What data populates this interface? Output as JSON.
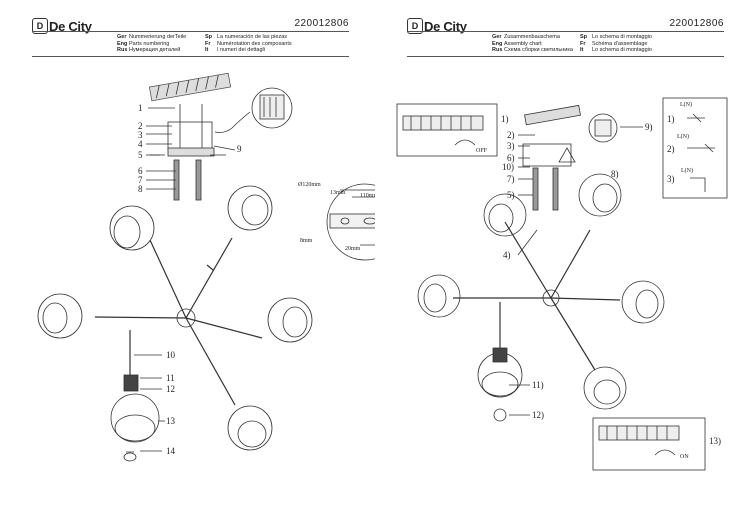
{
  "brand": "De City",
  "brand_mark": "D",
  "left_page": {
    "code": "220012806",
    "languages_a": [
      {
        "code": "Ger",
        "text": "Nummerierung derTeile"
      },
      {
        "code": "Eng",
        "text": "Parts numbering"
      },
      {
        "code": "Rus",
        "text": "Нумерация деталей"
      }
    ],
    "languages_b": [
      {
        "code": "Sp",
        "text": "La numeración de las piezas"
      },
      {
        "code": "Fr",
        "text": "Numérotation des composants"
      },
      {
        "code": "It",
        "text": "I numeri dei dettagli"
      }
    ],
    "callouts": [
      "1",
      "2",
      "3",
      "4",
      "5",
      "6",
      "7",
      "8",
      "9",
      "10",
      "11",
      "12",
      "13",
      "14"
    ],
    "dimensions": {
      "diameter": "Ø120mm",
      "d1": "110mm",
      "d2": "13mm",
      "d3": "20mm",
      "d4": "8mm"
    }
  },
  "right_page": {
    "code": "220012806",
    "languages_a": [
      {
        "code": "Ger",
        "text": "Zusammenbauschema"
      },
      {
        "code": "Eng",
        "text": "Assembly chart"
      },
      {
        "code": "Rus",
        "text": "Схема сборки светильника"
      }
    ],
    "languages_b": [
      {
        "code": "Sp",
        "text": "Lo schema di montaggio"
      },
      {
        "code": "Fr",
        "text": "Schéma d'assemblage"
      },
      {
        "code": "It",
        "text": "Lo schema di montaggio"
      }
    ],
    "steps": [
      "1)",
      "2)",
      "3)",
      "4)",
      "5)",
      "6)",
      "7)",
      "8)",
      "9)",
      "10)",
      "11)",
      "12)",
      "13)"
    ],
    "off_label": "OFF",
    "on_label": "ON",
    "wiring_steps": [
      "1)",
      "2)",
      "3)"
    ],
    "wiring_label": "L(N)"
  }
}
